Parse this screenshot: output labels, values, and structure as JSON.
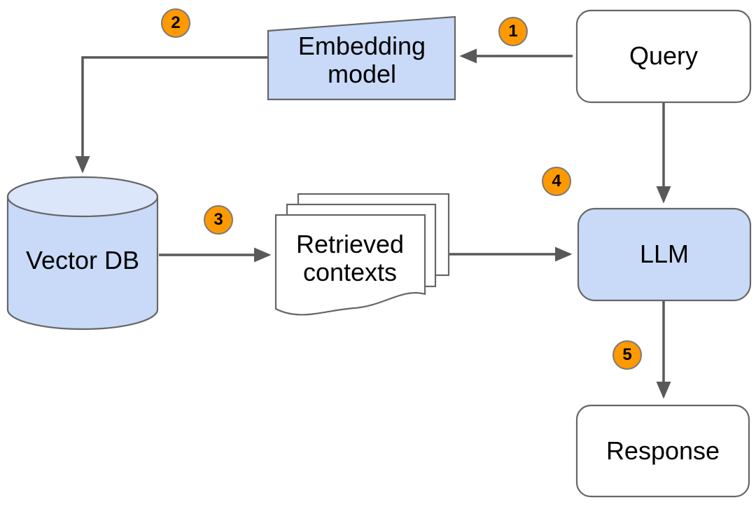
{
  "diagram": {
    "type": "flowchart",
    "background": "#ffffff",
    "nodes": {
      "query": {
        "label": "Query",
        "shape": "rounded-rectangle"
      },
      "embedding_model": {
        "label": "Embedding model",
        "shape": "trapezoid"
      },
      "vector_db": {
        "label": "Vector DB",
        "shape": "cylinder"
      },
      "retrieved_contexts": {
        "label": "Retrieved contexts",
        "shape": "stacked-documents"
      },
      "llm": {
        "label": "LLM",
        "shape": "rounded-rectangle"
      },
      "response": {
        "label": "Response",
        "shape": "rounded-rectangle"
      }
    },
    "steps": [
      "1",
      "2",
      "3",
      "4",
      "5"
    ],
    "colors": {
      "node_blue": "#c9daf8",
      "cylinder_lid": "#dce6fb",
      "node_white": "#ffffff",
      "badge_orange": "#ff9900",
      "shape_stroke": "#666666",
      "arrow_gray": "#595959",
      "text": "#000000"
    }
  }
}
